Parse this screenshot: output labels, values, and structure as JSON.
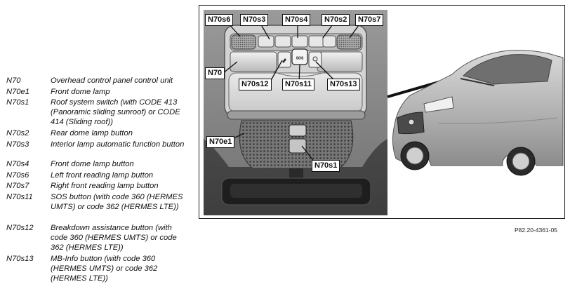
{
  "legend": [
    {
      "code": "N70",
      "desc": "Overhead control panel control unit"
    },
    {
      "code": "N70e1",
      "desc": "Front dome lamp"
    },
    {
      "code": "N70s1",
      "desc": "Roof system switch (with CODE 413 (Panoramic sliding sunroof) or CODE 414 (Sliding roof))"
    },
    {
      "code": "N70s2",
      "desc": "Rear dome lamp button"
    },
    {
      "code": "N70s3",
      "desc": "Interior lamp automatic function button"
    },
    {
      "code": "N70s4",
      "desc": "Front dome lamp button"
    },
    {
      "code": "N70s6",
      "desc": "Left front reading lamp button"
    },
    {
      "code": "N70s7",
      "desc": "Right front reading lamp button"
    },
    {
      "code": "N70s11",
      "desc": "SOS button (with code 360 (HERMES UMTS) or code 362 (HERMES LTE))"
    },
    {
      "code": "N70s12",
      "desc": "Breakdown assistance button (with code 360 (HERMES UMTS) or code 362 (HERMES LTE))"
    },
    {
      "code": "N70s13",
      "desc": "MB-Info button (with code 360 (HERMES UMTS) or code 362 (HERMES LTE))"
    }
  ],
  "callouts": {
    "n70s6": "N70s6",
    "n70s3": "N70s3",
    "n70s4": "N70s4",
    "n70s2": "N70s2",
    "n70s7": "N70s7",
    "n70": "N70",
    "n70s12": "N70s12",
    "n70s11": "N70s11",
    "n70s13": "N70s13",
    "n70e1": "N70e1",
    "n70s1": "N70s1"
  },
  "sos_button_text": "SOS",
  "reference_code": "P82.20-4361-05"
}
